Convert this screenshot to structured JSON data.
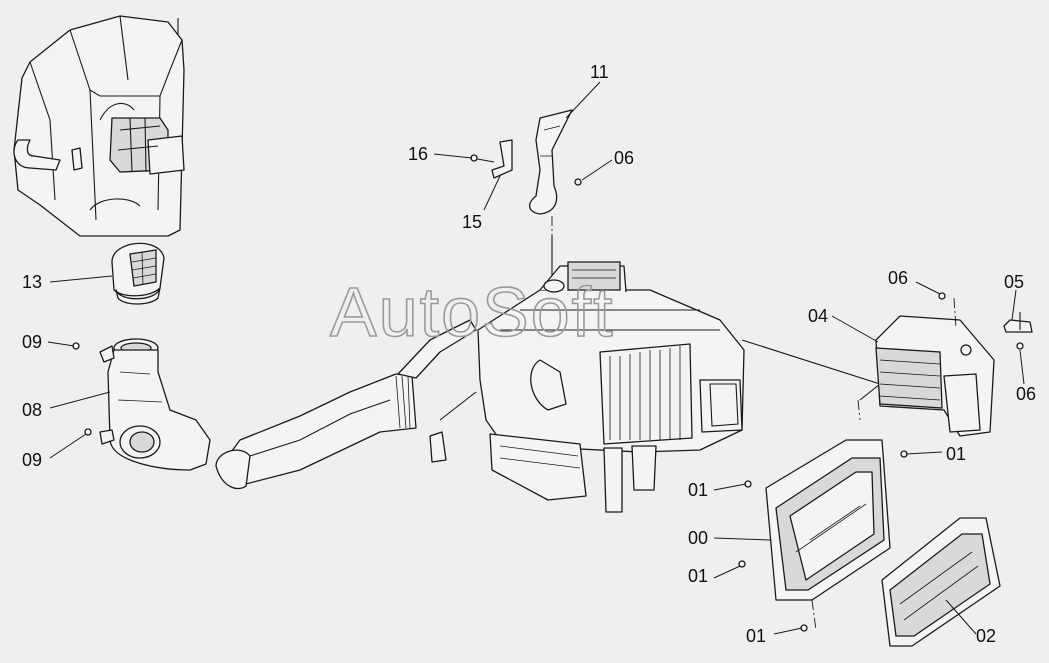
{
  "diagram": {
    "watermark": "AutoSoft",
    "callouts": {
      "c11": "11",
      "c16": "16",
      "c06a": "06",
      "c15": "15",
      "c13": "13",
      "c09a": "09",
      "c08": "08",
      "c09b": "09",
      "c06b": "06",
      "c05": "05",
      "c04": "04",
      "c06c": "06",
      "c01a": "01",
      "c01b": "01",
      "c00": "00",
      "c01c": "01",
      "c01d": "01",
      "c02": "02"
    }
  }
}
